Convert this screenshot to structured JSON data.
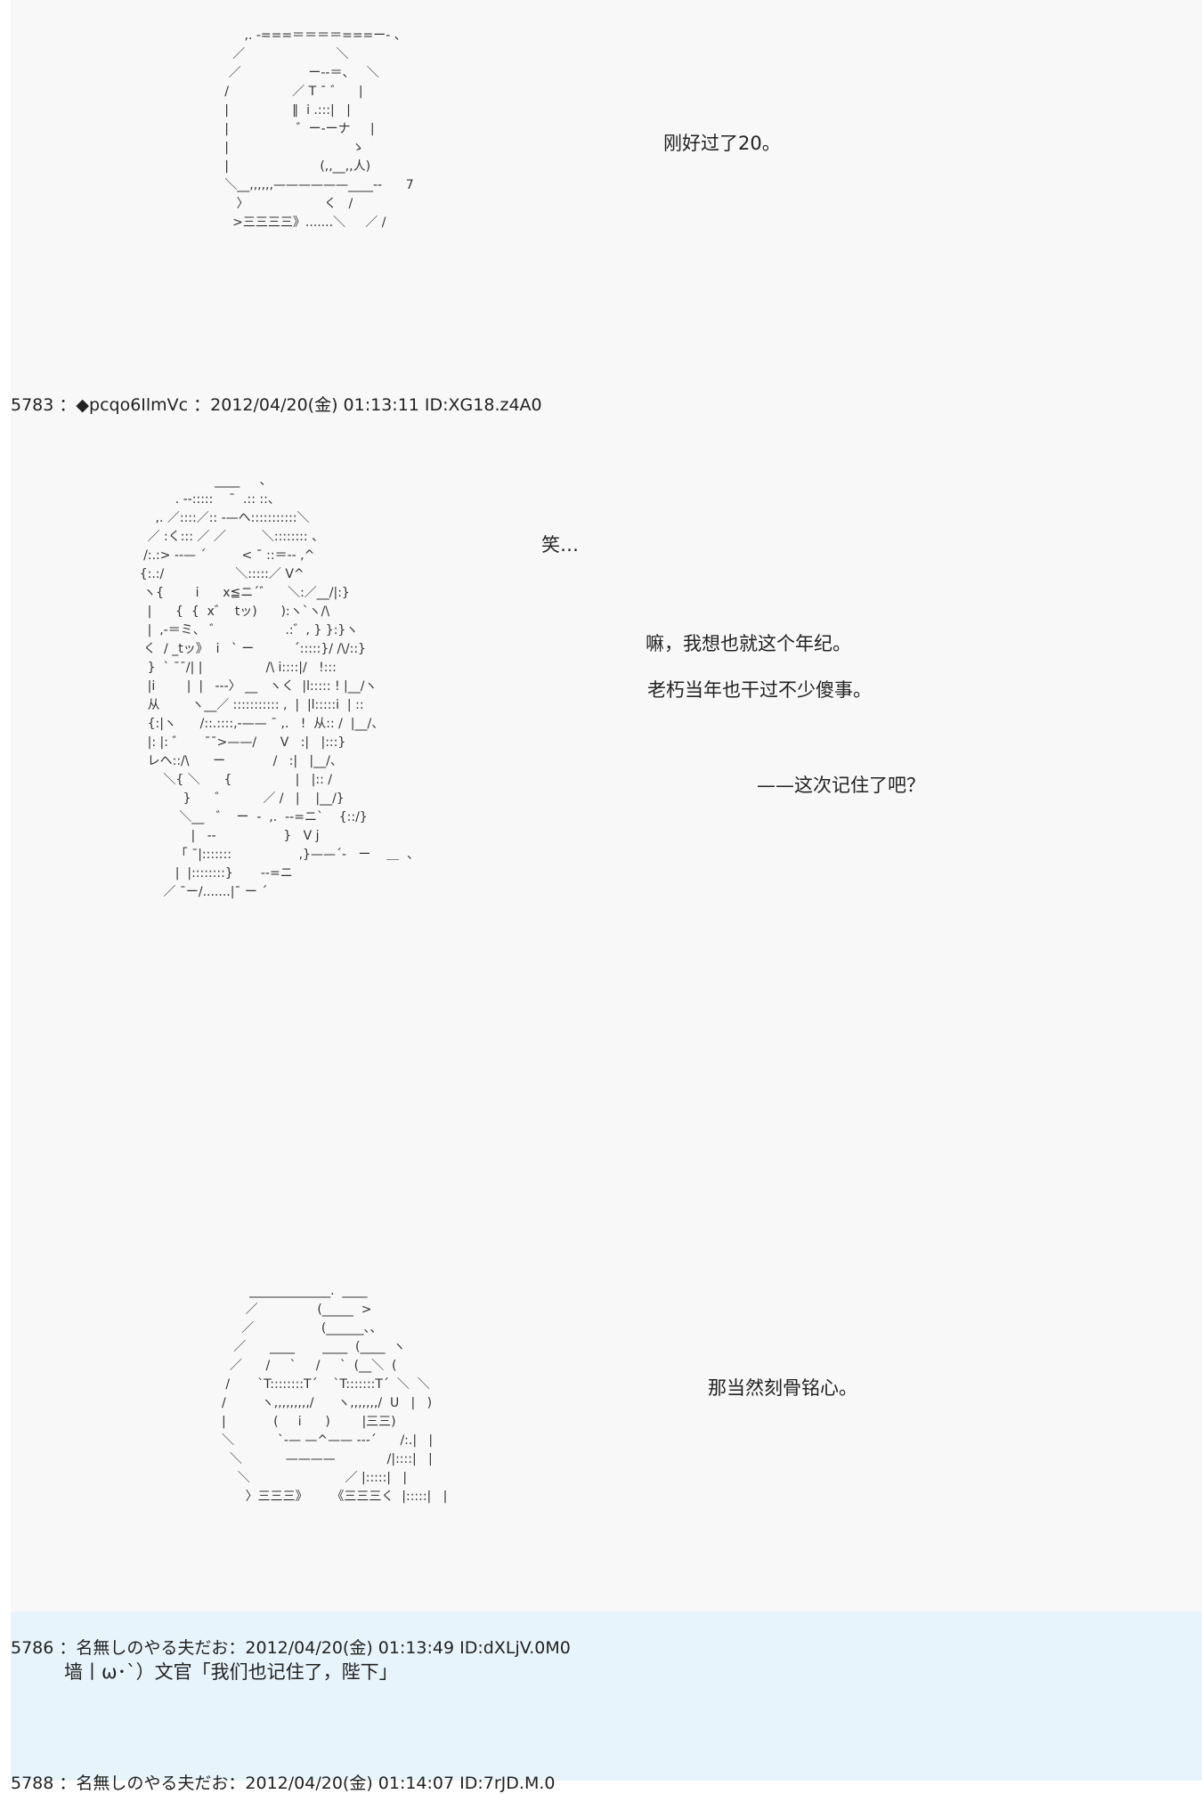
{
  "art1": {
    "lines": [
      "          ,. -===＝＝＝＝===ー- 、",
      "       ／                       ＼",
      "      ／                 ー--＝、   ＼",
      "     /                ／ T ¯ ゛    |",
      "     |                ‖  i .:::|   |",
      "     |                 ゛ー-ーナ     |",
      "     |                               ゝ",
      "     |                       (,,__,,人)",
      "     ＼__,,,,,,——————____--      7",
      "        〉                   く   /",
      "       >三三三三》.......＼     ／ /"
    ],
    "speech": "刚好过了20。"
  },
  "post_5783": {
    "header": "5783 ：◆pcqo6IlmVc ：2012/04/20(金) 01:13:11 ID:XG18.z4A0"
  },
  "art2": {
    "lines": [
      "                         ____     、",
      "               . --:::::    ¯  .:: ::、",
      "          ,. ／::::／:: ‐—ヘ:::::::::::＼",
      "        ／ :く::: ／ ／         ＼:::::::: 、",
      "       /:.:> ‐-— ´         < ¯ ::＝-- ,^",
      "      {:.:/                  ＼:::::／ V^",
      "       ヽ{        i      x≦ニ´゛    ＼:／__/|:}",
      "        |      {  {  x゛  tッ)      ):ヽ`ヽ/\\",
      "        |  ,-＝ミ、 ゛                .:゛, } }:}ヽ",
      "       く  / _tッ》  i   ` ー          ´:::::}/ /\\/::}",
      "        }  ` ¯¯/| |                /\\ i::::|/   !:::",
      "        |i        |  |   ---〉 __   ヽく  |l::::: ! |__/ヽ",
      "        从        ヽ__／ ::::::::::: ,  |  |l:::::i  | ::",
      "        {:|ヽ      /::.::::,-—— ¯ ,.   !  从:: /  |__/、",
      "        |: |: ゛     ¯¯>——/      V   :|   |:::}",
      "        レヘ::/\\      ー            /   :|   |__/、",
      "            ＼{ ＼      {                |   |:: /",
      "                 }      ゛         ／ /   |    |__/}",
      "                ＼__   ゛  ー  -  ,.  --=ニ`    {::/}",
      "                   |   --                 }   V j",
      "               「 ¯|:::::::                 ,}——´-   ー    ＿  、",
      "               |  |::::::::}       --=ニ",
      "            ／ ¯ー/.......|¯ ー ´"
    ],
    "speech_laugh": "笑…",
    "speech_1": "嘛，我想也就这个年纪。",
    "speech_2": "老朽当年也干过不少傻事。",
    "speech_3": "——这次记住了吧？"
  },
  "art3": {
    "lines": [
      "                  _____________.  ____",
      "                 ／               (_____  >",
      "                ／                 (______、、",
      "              ／      ____       ____  (____  ヽ",
      "             ／      /     `     /     `  (__＼  (",
      "            /       `T::::::::T´    `T:::::::T´  ＼  ＼",
      "           /         ヽ,,,,,,,,,/      ヽ,,,,,,,/  U   |   )",
      "           |            (     i      )        |三三)",
      "           ＼           `-— —^—— ---´      /:.|   |",
      "             ＼           ————             /|::::|   |",
      "               ＼                        ／ |:::::|   |",
      "                 〉三三三》      《三三三く  |:::::|   |"
    ],
    "speech": "那当然刻骨铭心。"
  },
  "post_5786": {
    "header": "5786 ：名無しのやる夫だお：2012/04/20(金) 01:13:49 ID:dXLjV.0M0",
    "body": "墙丨ω･`）文官「我们也记住了，陛下」"
  },
  "post_next": {
    "header": "5788 ：名無しのやる夫だお：2012/04/20(金) 01:14:07 ID:7rJD.M.0"
  }
}
